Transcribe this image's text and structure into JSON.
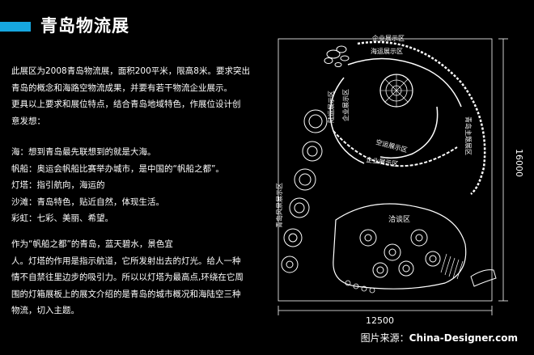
{
  "header": {
    "title": "青岛物流展",
    "accent_color": "#16a7e0"
  },
  "description": {
    "para1_lines": [
      "此展区为2008青岛物流展，面积200平米，限高8米。要求突出",
      "青岛的概念和海路空物流成果，并要有若干物流企业展示。",
      "更具以上要求和展位特点，结合青岛地域特色，作展位设计创",
      "意发想："
    ],
    "para2_lines": [
      "海：想到青岛最先联想到的就是大海。",
      "帆船：奥运会帆船比赛举办城市，是中国的“帆船之都”。",
      "灯塔：指引航向，海运的",
      "沙滩：青岛特色，贴近自然，体现生活。",
      "彩虹：七彩、美丽、希望。"
    ],
    "para3_lines": [
      "作为“帆船之都”的青岛，蓝天碧水，景色宜",
      "人。灯塔的作用是指示航道，它所发射出去的灯光。给人一种",
      "情不自禁往里边步的吸引力。所以以灯塔为最高点,环绕在它周",
      "围的灯箱展板上的展文介绍的是青岛的城市概况和海陆空三种",
      "物流，切入主题。"
    ]
  },
  "plan": {
    "zones": {
      "enterprise_top": "企业展示区",
      "sea": "海运展示区",
      "land": "陆运展示区",
      "air": "空运展示区",
      "enterprise_mid": "企业展示区",
      "enterprise_left": "企业展示区",
      "negotiation": "洽谈区",
      "qingdao_scenery": "青岛风景展示区",
      "qingdao_theme": "青岛主题展区"
    },
    "dimensions": {
      "width": "12500",
      "height": "16000"
    }
  },
  "watermark": {
    "prefix": "图片来源：",
    "source": "China-Designer.com"
  }
}
